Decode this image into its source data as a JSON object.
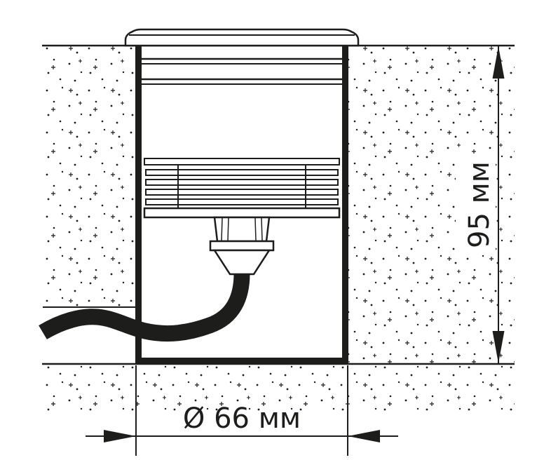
{
  "drawing": {
    "type": "technical-section-drawing",
    "subject": "recessed-ground-luminaire",
    "colors": {
      "line": "#1d1d1b",
      "bg": "#ffffff"
    },
    "dimensions": {
      "height": {
        "label": "95 мм",
        "value": 95,
        "unit": "мм"
      },
      "diameter": {
        "label": "Ø 66 мм",
        "value": 66,
        "unit": "мм",
        "symbol": "Ø"
      }
    }
  }
}
